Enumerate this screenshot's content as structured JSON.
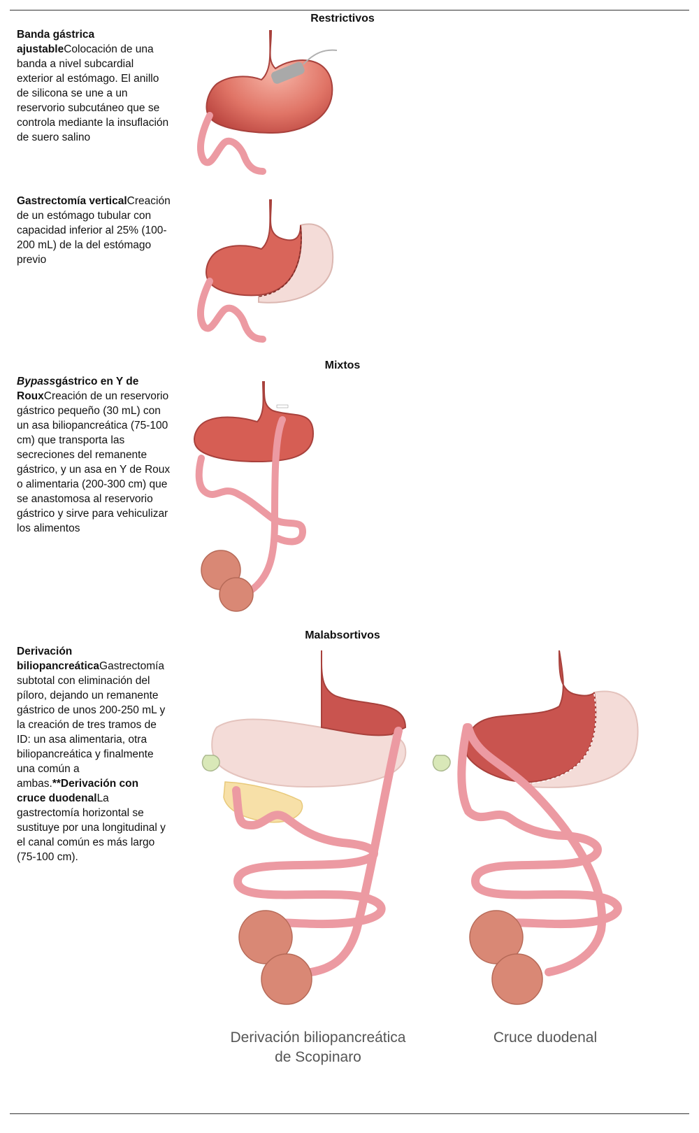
{
  "sections": {
    "restrictivos": "Restrictivos",
    "mixtos": "Mixtos",
    "malabsortivos": "Malabsortivos"
  },
  "procedures": {
    "banda": {
      "title": "Banda gástrica ajustable",
      "text": "Colocación de una banda a nivel subcardial exterior al estómago. El anillo de silicona se une a un reservorio subcutáneo que se controla mediante la insuflación de suero salino"
    },
    "manga": {
      "title": "Gastrectomía vertical",
      "text": "Creación de un estómago tubular con capacidad inferior al 25% (100-200 mL) de la del estómago previo"
    },
    "bypass": {
      "title_italic": "Bypass",
      "title_rest": "gástrico en Y de Roux",
      "text": "Creación de un reservorio gástrico pequeño (30 mL) con un asa biliopancreática (75-100 cm) que transporta las secreciones del remanente gástrico, y un asa en Y de Roux o alimentaria (200-300 cm) que se anastomosa al reservorio gástrico y sirve para vehiculizar los alimentos"
    },
    "derivacion": {
      "title": "Derivación biliopancreática",
      "text": "Gastrectomía subtotal con eliminación del píloro, dejando un remanente gástrico de unos 200-250 mL y la creación de tres tramos de ID: un asa alimentaria, otra biliopancreática y finalmente una común a ambas.",
      "marker": "**",
      "title2": "Derivación con cruce duodenal",
      "text2": "La gastrectomía horizontal se sustituye por una longitudinal y el canal común es más largo (75-100 cm)."
    }
  },
  "captions": {
    "scopinaro_line1": "Derivación biliopancreática",
    "scopinaro_line2": "de Scopinaro",
    "cruce": "Cruce duodenal"
  },
  "colors": {
    "stomach": "#c9544f",
    "stomach_light": "#f0b7ae",
    "intestine": "#ec9aa2",
    "remnant": "#f4dcd8",
    "colon": "#d98875",
    "band": "#a9a9a9"
  }
}
